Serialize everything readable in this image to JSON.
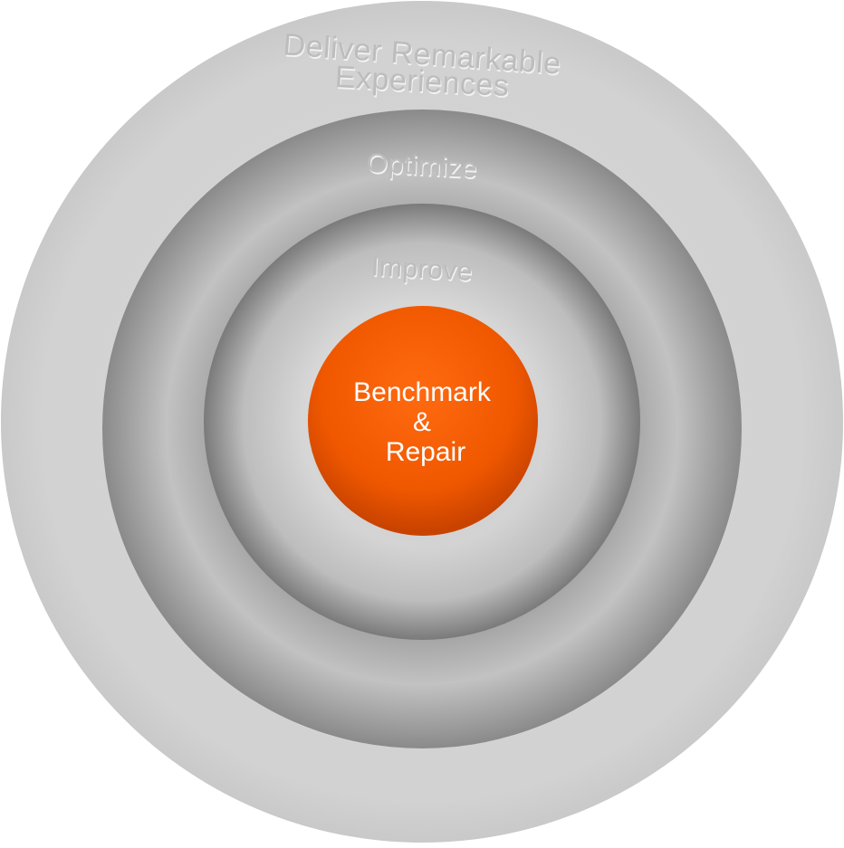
{
  "diagram": {
    "rings": [
      {
        "id": "outer",
        "label_lines": [
          "Deliver Remarkable",
          "Experiences"
        ],
        "color": "#d3d3d3"
      },
      {
        "id": "middle",
        "label_lines": [
          "Optimize"
        ],
        "color": "#c4c4c4"
      },
      {
        "id": "inner",
        "label_lines": [
          "Improve"
        ],
        "color": "#cfcfcf"
      }
    ],
    "core": {
      "label_lines": [
        "Benchmark",
        "&",
        "Repair"
      ],
      "color": "#f25a00",
      "text_color": "#ffffff"
    }
  }
}
